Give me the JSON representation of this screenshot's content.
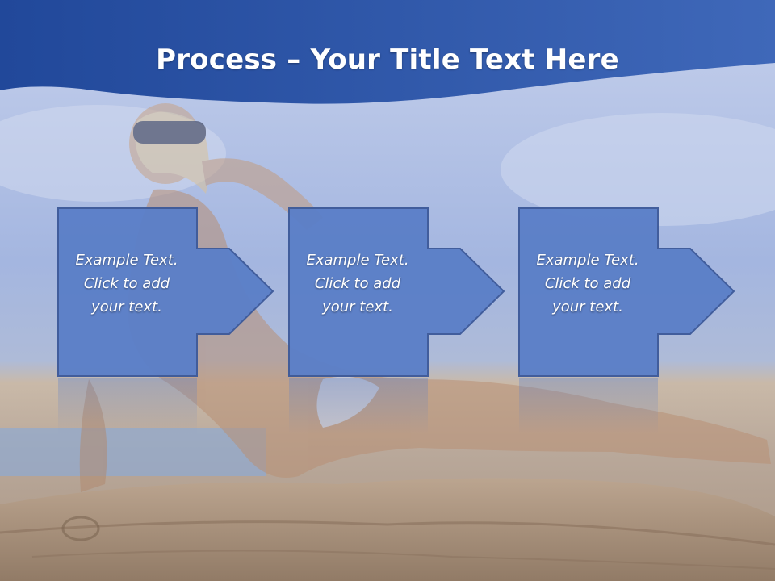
{
  "slide": {
    "title_bold": "Process",
    "title_rest": " – Your Title Text Here"
  },
  "steps": [
    {
      "label": "Example Text.\nClick  to add\nyour text."
    },
    {
      "label": "Example Text.\nClick  to add\nyour text."
    },
    {
      "label": "Example Text.\nClick  to add\nyour text."
    }
  ],
  "colors": {
    "header_blue": "#2b56a8",
    "box_fill": "#5b7fc8",
    "box_stroke": "#3d5a9a",
    "text": "#ffffff"
  }
}
